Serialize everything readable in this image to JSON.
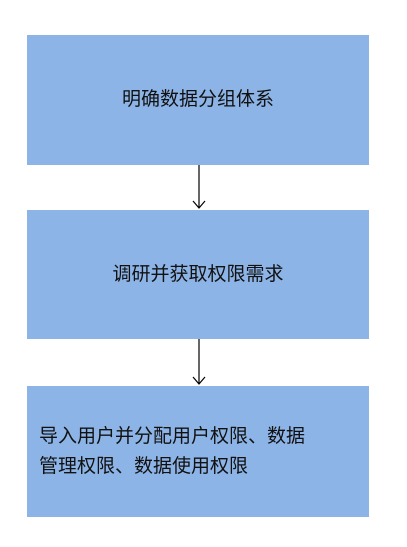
{
  "flowchart": {
    "steps": [
      {
        "label": "明确数据分组体系"
      },
      {
        "label": "调研并获取权限需求"
      },
      {
        "label": "导入用户并分配用户权限、数据\n管理权限、数据使用权限"
      }
    ]
  },
  "colors": {
    "box_fill": "#8db4e6",
    "arrow": "#000000",
    "text": "#111111"
  }
}
